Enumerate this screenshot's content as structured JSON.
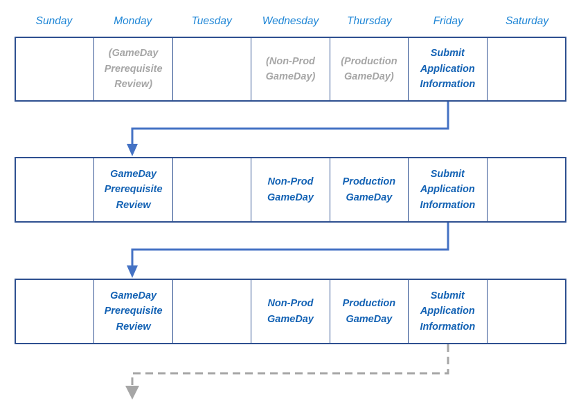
{
  "header": {
    "weekdays": [
      "Sunday",
      "Monday",
      "Tuesday",
      "Wednesday",
      "Thursday",
      "Friday",
      "Saturday"
    ]
  },
  "colors": {
    "header_blue": "#1F86D6",
    "cell_blue": "#1362B4",
    "muted_grey": "#A6A6A6",
    "table_border": "#2E5090",
    "arrow_blue": "#4472C4",
    "arrow_grey": "#A6A6A6",
    "background": "#FFFFFF"
  },
  "weeks": [
    {
      "name": "week-1",
      "cells": [
        {
          "text": "",
          "style": "empty"
        },
        {
          "text": "(GameDay\nPrerequisite\nReview)",
          "style": "muted"
        },
        {
          "text": "",
          "style": "empty"
        },
        {
          "text": "(Non-Prod\nGameDay)",
          "style": "muted"
        },
        {
          "text": "(Production\nGameDay)",
          "style": "muted"
        },
        {
          "text": "Submit\nApplication\nInformation",
          "style": "blue"
        },
        {
          "text": "",
          "style": "empty"
        }
      ]
    },
    {
      "name": "week-2",
      "cells": [
        {
          "text": "",
          "style": "empty"
        },
        {
          "text": "GameDay\nPrerequisite\nReview",
          "style": "blue"
        },
        {
          "text": "",
          "style": "empty"
        },
        {
          "text": "Non-Prod\nGameDay",
          "style": "blue"
        },
        {
          "text": "Production\nGameDay",
          "style": "blue"
        },
        {
          "text": "Submit\nApplication\nInformation",
          "style": "blue"
        },
        {
          "text": "",
          "style": "empty"
        }
      ]
    },
    {
      "name": "week-3",
      "cells": [
        {
          "text": "",
          "style": "empty"
        },
        {
          "text": "GameDay\nPrerequisite\nReview",
          "style": "blue"
        },
        {
          "text": "",
          "style": "empty"
        },
        {
          "text": "Non-Prod\nGameDay",
          "style": "blue"
        },
        {
          "text": "Production\nGameDay",
          "style": "blue"
        },
        {
          "text": "Submit\nApplication\nInformation",
          "style": "blue"
        },
        {
          "text": "",
          "style": "empty"
        }
      ]
    }
  ],
  "connectors": [
    {
      "name": "connector-week1-to-week2",
      "style": "solid",
      "color": "#4472C4",
      "from_label": "Friday week 1",
      "to_label": "Monday week 2"
    },
    {
      "name": "connector-week2-to-week3",
      "style": "solid",
      "color": "#4472C4",
      "from_label": "Friday week 2",
      "to_label": "Monday week 3"
    },
    {
      "name": "connector-week3-to-next",
      "style": "dashed",
      "color": "#A6A6A6",
      "from_label": "Friday week 3",
      "to_label": "Monday following week"
    }
  ]
}
